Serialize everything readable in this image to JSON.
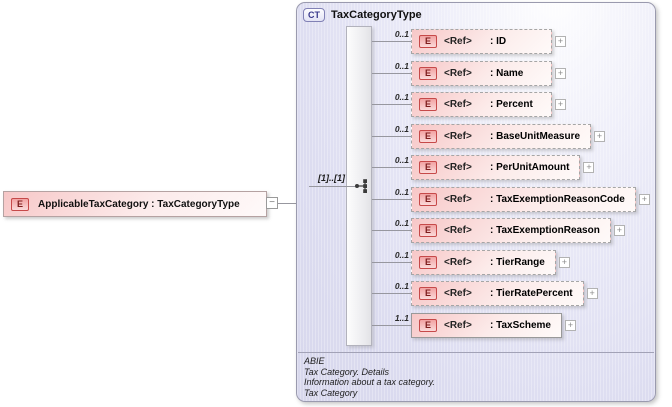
{
  "source": {
    "icon": "E",
    "label": "ApplicableTaxCategory : TaxCategoryType",
    "collapse_glyph": "−"
  },
  "ct": {
    "icon": "CT",
    "title": "TaxCategoryType",
    "compositor": "sequence",
    "root_cardinality": "[1]..[1]",
    "expand_glyph": "+",
    "elements": [
      {
        "icon": "E",
        "ref": "<Ref>",
        "label": ": ID",
        "cardinality": "0..1"
      },
      {
        "icon": "E",
        "ref": "<Ref>",
        "label": ": Name",
        "cardinality": "0..1"
      },
      {
        "icon": "E",
        "ref": "<Ref>",
        "label": ": Percent",
        "cardinality": "0..1"
      },
      {
        "icon": "E",
        "ref": "<Ref>",
        "label": ": BaseUnitMeasure",
        "cardinality": "0..1"
      },
      {
        "icon": "E",
        "ref": "<Ref>",
        "label": ": PerUnitAmount",
        "cardinality": "0..1"
      },
      {
        "icon": "E",
        "ref": "<Ref>",
        "label": ": TaxExemptionReasonCode",
        "cardinality": "0..1"
      },
      {
        "icon": "E",
        "ref": "<Ref>",
        "label": ": TaxExemptionReason",
        "cardinality": "0..1"
      },
      {
        "icon": "E",
        "ref": "<Ref>",
        "label": ": TierRange",
        "cardinality": "0..1"
      },
      {
        "icon": "E",
        "ref": "<Ref>",
        "label": ": TierRatePercent",
        "cardinality": "0..1"
      },
      {
        "icon": "E",
        "ref": "<Ref>",
        "label": ": TaxScheme",
        "cardinality": "1..1"
      }
    ],
    "annotation": [
      "ABIE",
      "Tax Category. Details",
      "Information about a tax category.",
      "Tax Category"
    ]
  },
  "colors": {
    "element_fill": "#f7c7c7",
    "type_fill": "#dcdcf0",
    "element_icon_border": "#c64949",
    "type_icon_border": "#8181b5",
    "connector": "#97979f"
  }
}
